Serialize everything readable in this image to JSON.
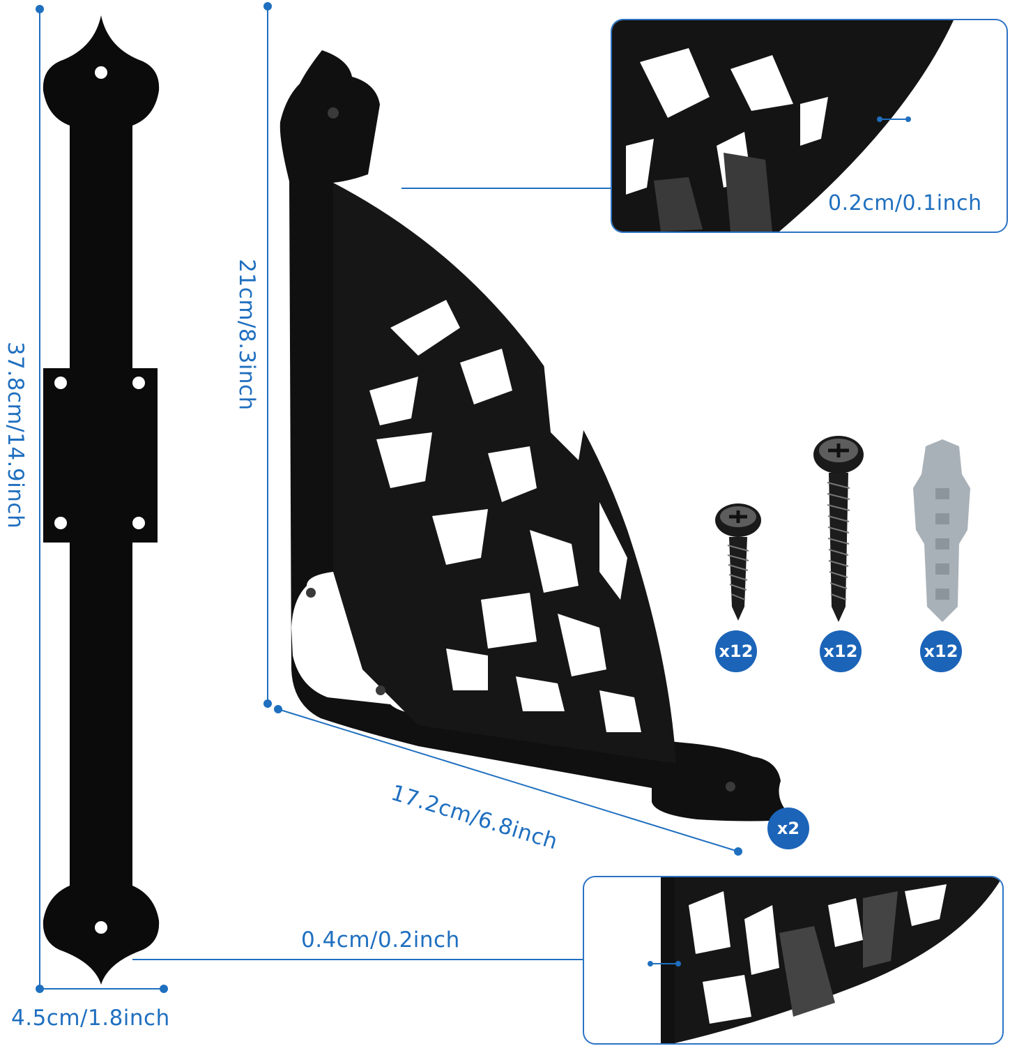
{
  "dimensions": {
    "strap_length": "37.8cm/14.9inch",
    "strap_width": "4.5cm/1.8inch",
    "bracket_height": "21cm/8.3inch",
    "bracket_width": "17.2cm/6.8inch",
    "top_thickness": "0.2cm/0.1inch",
    "bottom_thickness": "0.4cm/0.2inch"
  },
  "badges": {
    "bracket_qty": "x2",
    "short_screw_qty": "x12",
    "long_screw_qty": "x12",
    "anchor_qty": "x12"
  },
  "colors": {
    "accent": "#1f6fbf",
    "badge": "#1b64b8",
    "metal": "#0b0b0b",
    "anchor": "#a9b1b8"
  }
}
